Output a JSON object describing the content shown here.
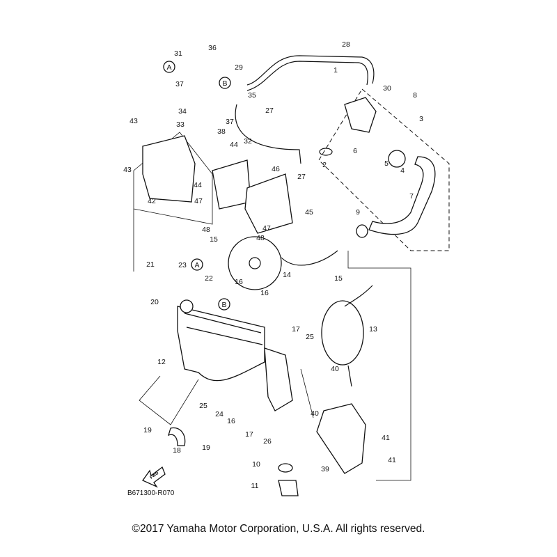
{
  "diagram": {
    "callouts": [
      "31",
      "36",
      "A",
      "29",
      "28",
      "1",
      "30",
      "8",
      "B",
      "37",
      "35",
      "27",
      "37",
      "34",
      "38",
      "33",
      "3",
      "43",
      "32",
      "44",
      "6",
      "5",
      "4",
      "2",
      "43",
      "44",
      "46",
      "27",
      "7",
      "42",
      "47",
      "45",
      "9",
      "48",
      "47",
      "48",
      "15",
      "21",
      "23",
      "A",
      "22",
      "16",
      "14",
      "15",
      "20",
      "B",
      "16",
      "13",
      "17",
      "25",
      "12",
      "40",
      "25",
      "24",
      "16",
      "40",
      "41",
      "19",
      "17",
      "26",
      "18",
      "19",
      "39",
      "10",
      "41",
      "11"
    ],
    "fwd_label": "FWD",
    "diagram_code": "B671300-R070"
  },
  "footer": {
    "copyright": "©2017 Yamaha Motor Corporation, U.S.A. All rights reserved."
  }
}
